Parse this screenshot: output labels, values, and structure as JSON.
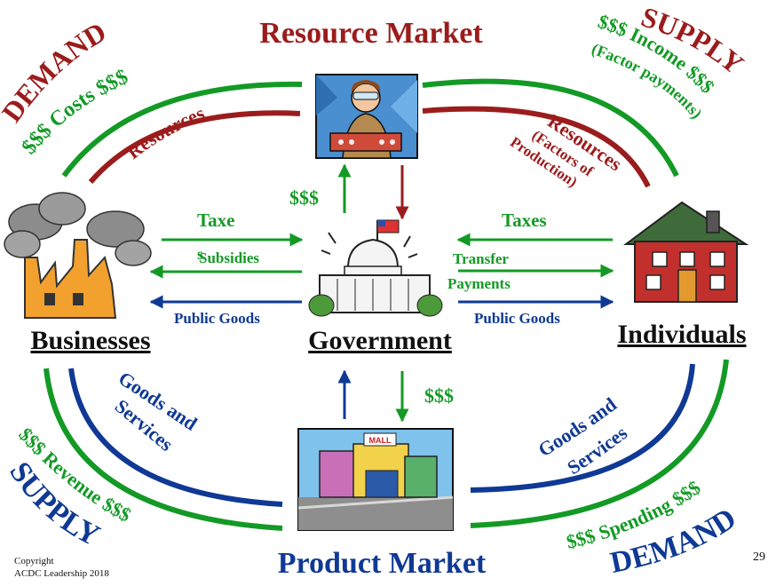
{
  "colors": {
    "maroon": "#9b1c1c",
    "green": "#139a25",
    "navy": "#0f3994",
    "black": "#111111"
  },
  "titles": {
    "resource_market": "Resource Market",
    "product_market": "Product Market",
    "businesses": "Businesses",
    "government": "Government",
    "individuals": "Individuals"
  },
  "left_top": {
    "demand": "DEMAND",
    "costs": "$$$ Costs $$$",
    "resources": "Resources"
  },
  "right_top": {
    "supply": "SUPPLY",
    "income": "$$$ Income $$$",
    "factor_payments": "(Factor payments)",
    "resources": "Resources",
    "factors_1": "(Factors of",
    "factors_2": "Production)"
  },
  "left_bottom": {
    "supply": "SUPPLY",
    "revenue": "$$$ Revenue $$$",
    "goods_1": "Goods and",
    "goods_2": "Services"
  },
  "right_bottom": {
    "demand": "DEMAND",
    "spending": "$$$ Spending $$$",
    "goods_1": "Goods and",
    "goods_2": "Services"
  },
  "gov_flows": {
    "taxes_left_1": "Taxe",
    "taxes_left_2": "s",
    "subsidies": "Subsidies",
    "public_goods_left": "Public Goods",
    "taxes_right": "Taxes",
    "transfer_1": "Transfer",
    "transfer_2": "Payments",
    "public_goods_right": "Public Goods",
    "dollars_up": "$$$",
    "dollars_down": "$$$"
  },
  "icons": {
    "factory": "factory-icon",
    "house": "house-icon",
    "capitol": "capitol-building-icon",
    "worker": "worker-icon",
    "mall": "mall-icon"
  },
  "mall_sign": "MALL",
  "footer": {
    "copyright_1": "Copyright",
    "copyright_2": "ACDC Leadership 2018",
    "page_number": "29"
  }
}
